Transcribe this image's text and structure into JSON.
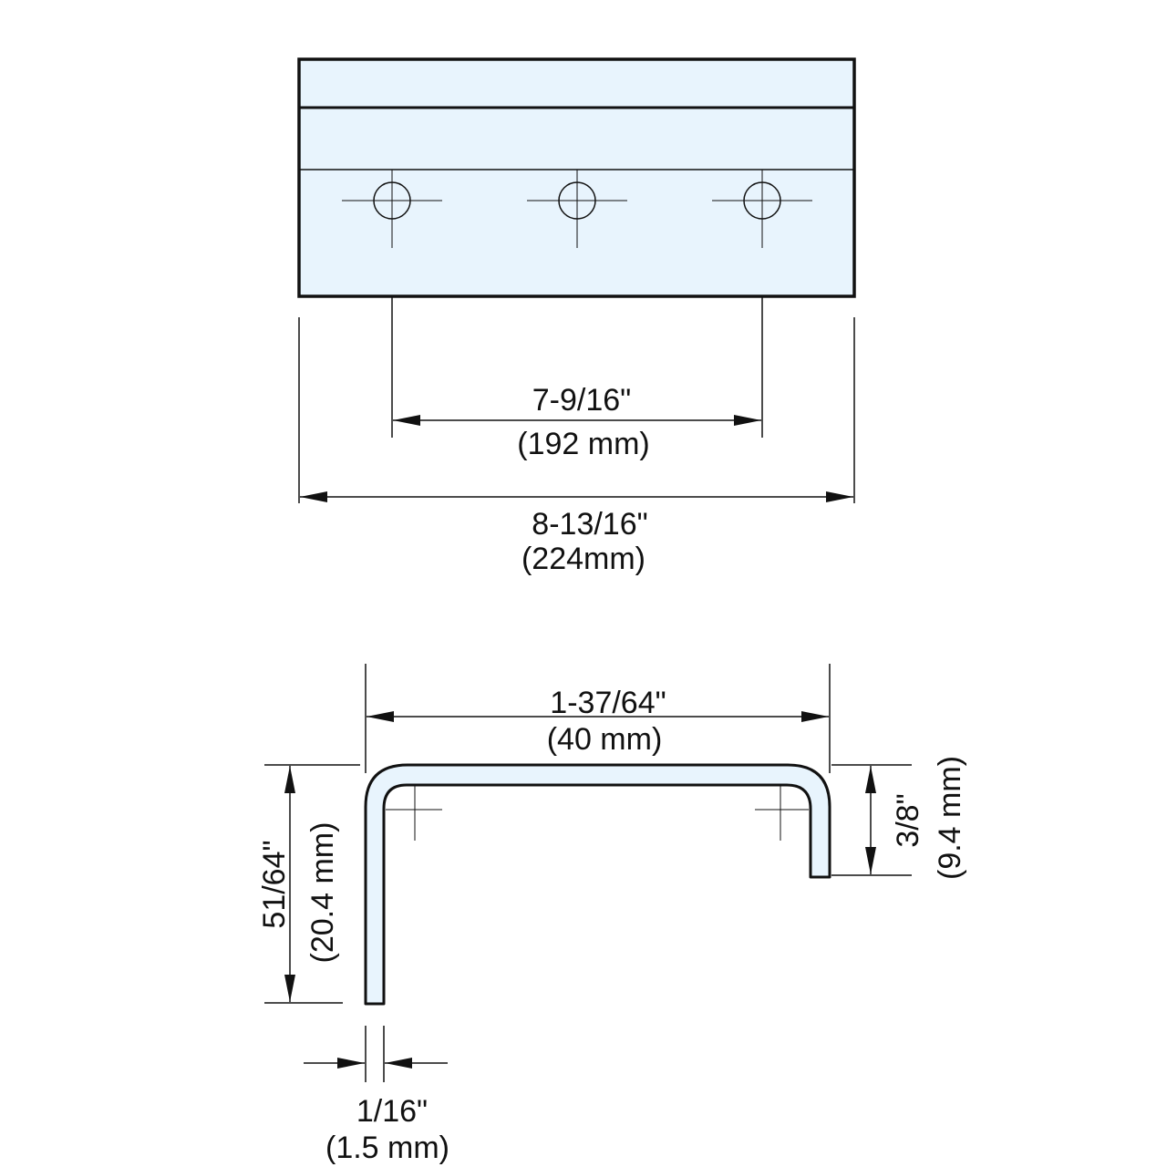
{
  "colors": {
    "line": "#111111",
    "part_fill": "#e8f4fd",
    "background": "#ffffff"
  },
  "top_view": {
    "hole_spacing": {
      "imperial": "7-9/16\"",
      "metric": "(192 mm)"
    },
    "overall_length": {
      "imperial": "8-13/16\"",
      "metric": "(224mm)"
    }
  },
  "side_view": {
    "width": {
      "imperial": "1-37/64\"",
      "metric": "(40 mm)"
    },
    "height": {
      "imperial": "51/64\"",
      "metric": "(20.4 mm)"
    },
    "flange": {
      "imperial": "3/8\"",
      "metric": "(9.4 mm)"
    },
    "thickness": {
      "imperial": "1/16\"",
      "metric": "(1.5 mm)"
    }
  }
}
